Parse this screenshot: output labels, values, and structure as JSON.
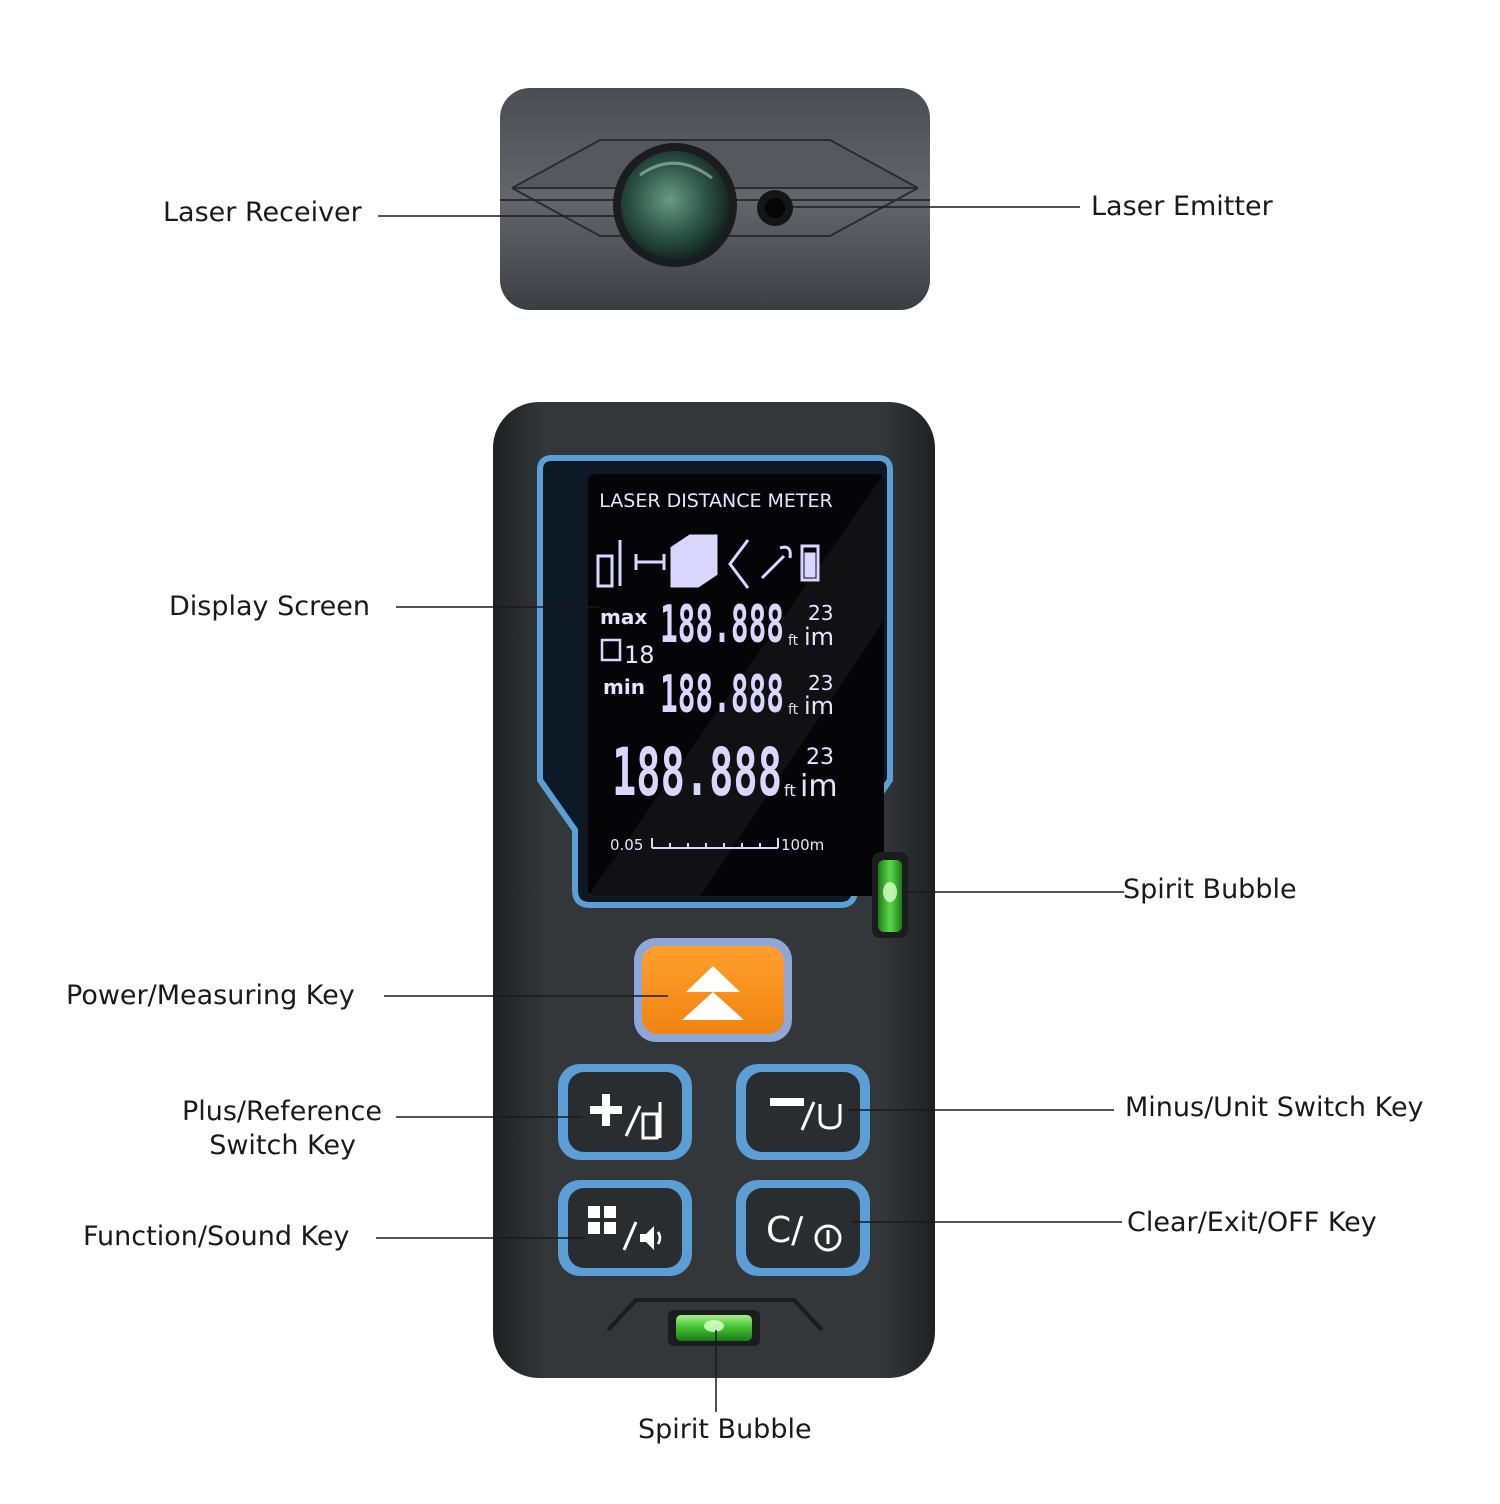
{
  "callouts": {
    "laser_receiver": "Laser Receiver",
    "laser_emitter": "Laser Emitter",
    "display_screen": "Display Screen",
    "spirit_bubble_side": "Spirit Bubble",
    "power_key": "Power/Measuring Key",
    "plus_key_line1": "Plus/Reference",
    "plus_key_line2": "Switch Key",
    "minus_key": "Minus/Unit Switch Key",
    "function_key": "Function/Sound Key",
    "clear_key": "Clear/Exit/OFF Key",
    "spirit_bubble_bottom": "Spirit Bubble"
  },
  "display": {
    "header": "LASER DISTANCE METER",
    "max_label": "max",
    "min_label": "min",
    "memory_index": "18",
    "readout_max": "188.888",
    "readout_min": "188.888",
    "readout_main": "188.888",
    "exp_max": "23",
    "exp_min": "23",
    "exp_main": "23",
    "unit_ft": "ft",
    "unit_m": "im",
    "scale_min": "0.05",
    "scale_max": "100m"
  },
  "keys": {
    "clear_label": "C/"
  },
  "colors": {
    "body": "#2f3235",
    "bezel_blue": "#5b9fd6",
    "lcd_bg": "#050507",
    "lcd_text": "#d9d6ff",
    "orange": "#f7901e",
    "bubble_green": "#4fc93a"
  }
}
